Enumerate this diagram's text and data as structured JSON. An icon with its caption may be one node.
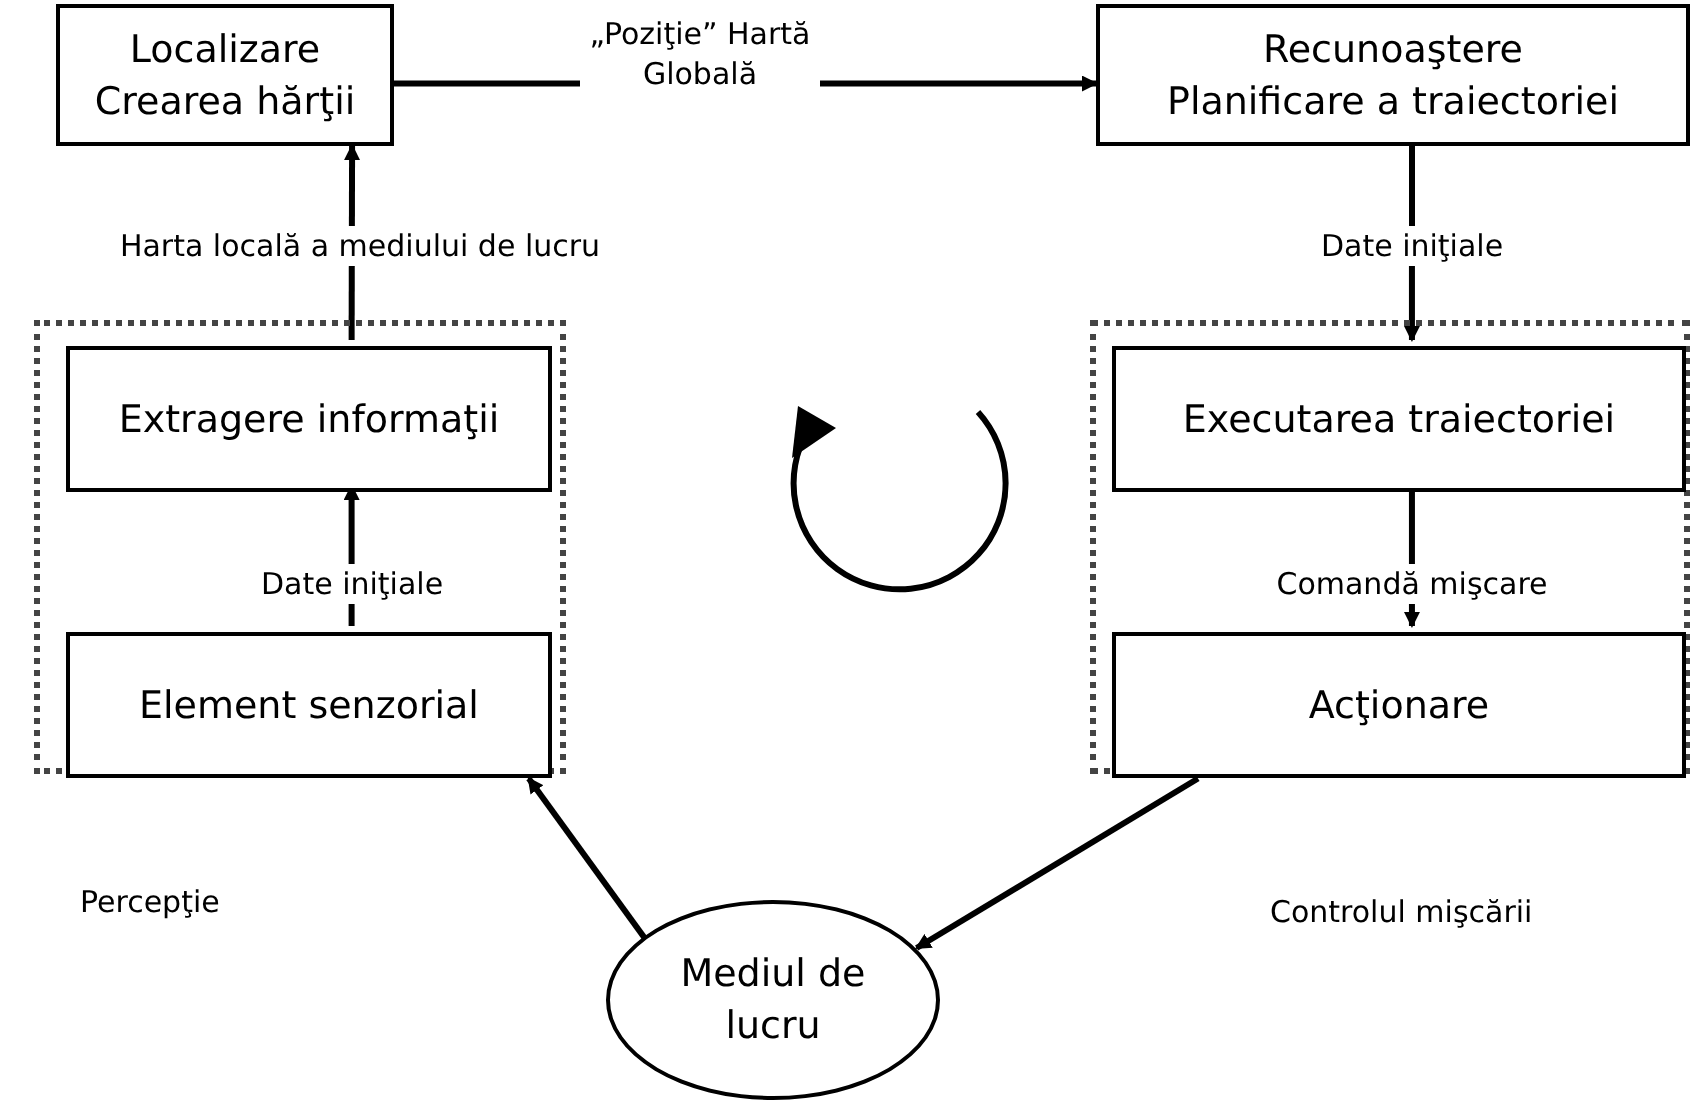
{
  "diagram": {
    "nodes": [
      {
        "text": [
          "Localizare",
          "Crearea hărţii"
        ]
      },
      {
        "text": [
          "Recunoaştere",
          "Planificare a traiectoriei"
        ]
      },
      {
        "text": [],
        "shape": "box"
      },
      {
        "text": [
          "Extragere informaţii"
        ],
        "in": 2
      },
      {
        "text": [
          "Element senzorial"
        ],
        "in": 2
      },
      {
        "text": [],
        "shape": "box"
      },
      {
        "text": [
          "Executarea traiectoriei"
        ],
        "in": 5
      },
      {
        "text": [
          "Acţionare"
        ],
        "in": 5
      },
      {
        "text": [
          "Mediul de lucru"
        ]
      }
    ],
    "edges": [
      {
        "from": 0,
        "to": 1,
        "arrow": "to",
        "label": "„Poziţie” Hartă Globală"
      },
      {
        "from": 3,
        "to": 0,
        "arrow": "to",
        "label": "Harta locală a mediului de lucru"
      },
      {
        "from": 4,
        "to": 3,
        "arrow": "to",
        "label": "Date iniţiale"
      },
      {
        "from": 1,
        "to": 6,
        "arrow": "to",
        "label": "Date iniţiale"
      },
      {
        "from": 6,
        "to": 7,
        "arrow": "to",
        "label": "Comandă mişcare"
      },
      {
        "from": 8,
        "to": 2,
        "arrow": "to"
      },
      {
        "from": 5,
        "to": 8,
        "arrow": "to"
      }
    ],
    "labels": [
      "Percepţie",
      "Controlul mişcării"
    ]
  }
}
